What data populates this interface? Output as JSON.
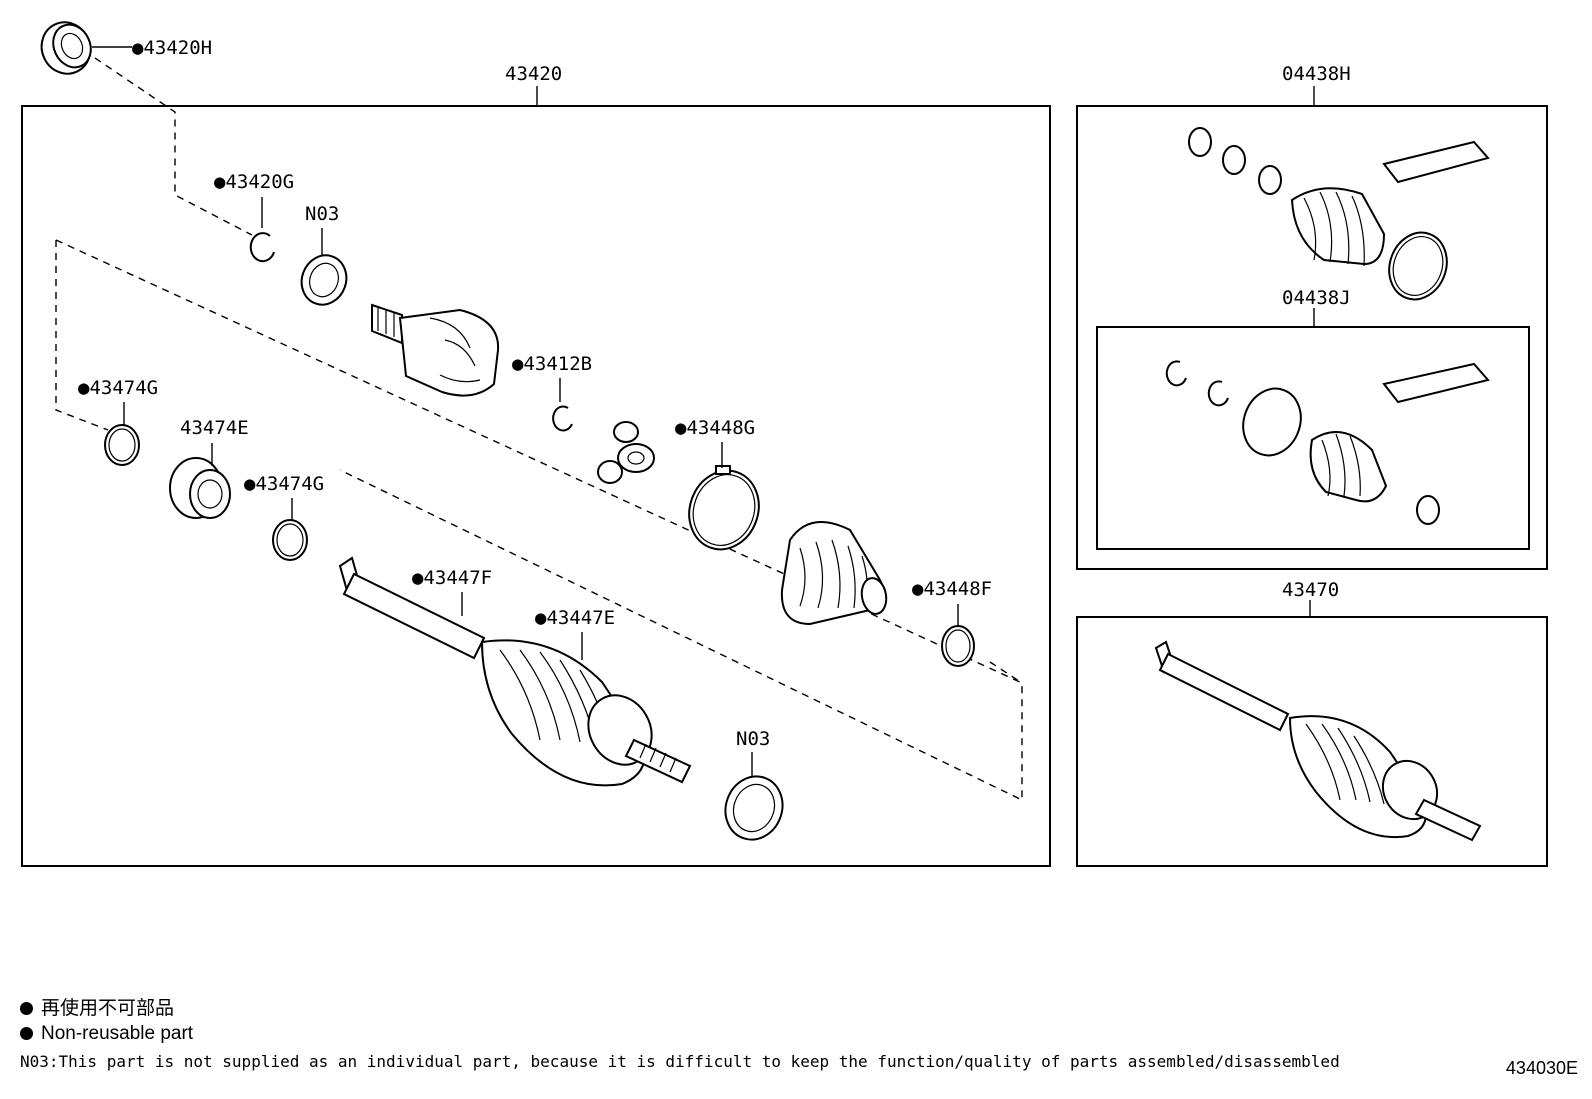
{
  "callouts": {
    "c43420H": "●43420H",
    "c43420": "43420",
    "c43420G": "●43420G",
    "cN03a": "N03",
    "c43412B": "●43412B",
    "c43474Ga": "●43474G",
    "c43474E": "43474E",
    "c43474Gb": "●43474G",
    "c43448G": "●43448G",
    "c43447F": "●43447F",
    "c43447E": "●43447E",
    "c43448F": "●43448F",
    "cN03b": "N03",
    "c04438H": "04438H",
    "c04438J": "04438J",
    "c43470": "43470"
  },
  "legend": {
    "jp": "再使用不可部品",
    "en": "Non-reusable part",
    "note": "N03:This part is not supplied as an individual part, because it is difficult to keep the function/quality of parts assembled/disassembled"
  },
  "figure_number": "434030E"
}
